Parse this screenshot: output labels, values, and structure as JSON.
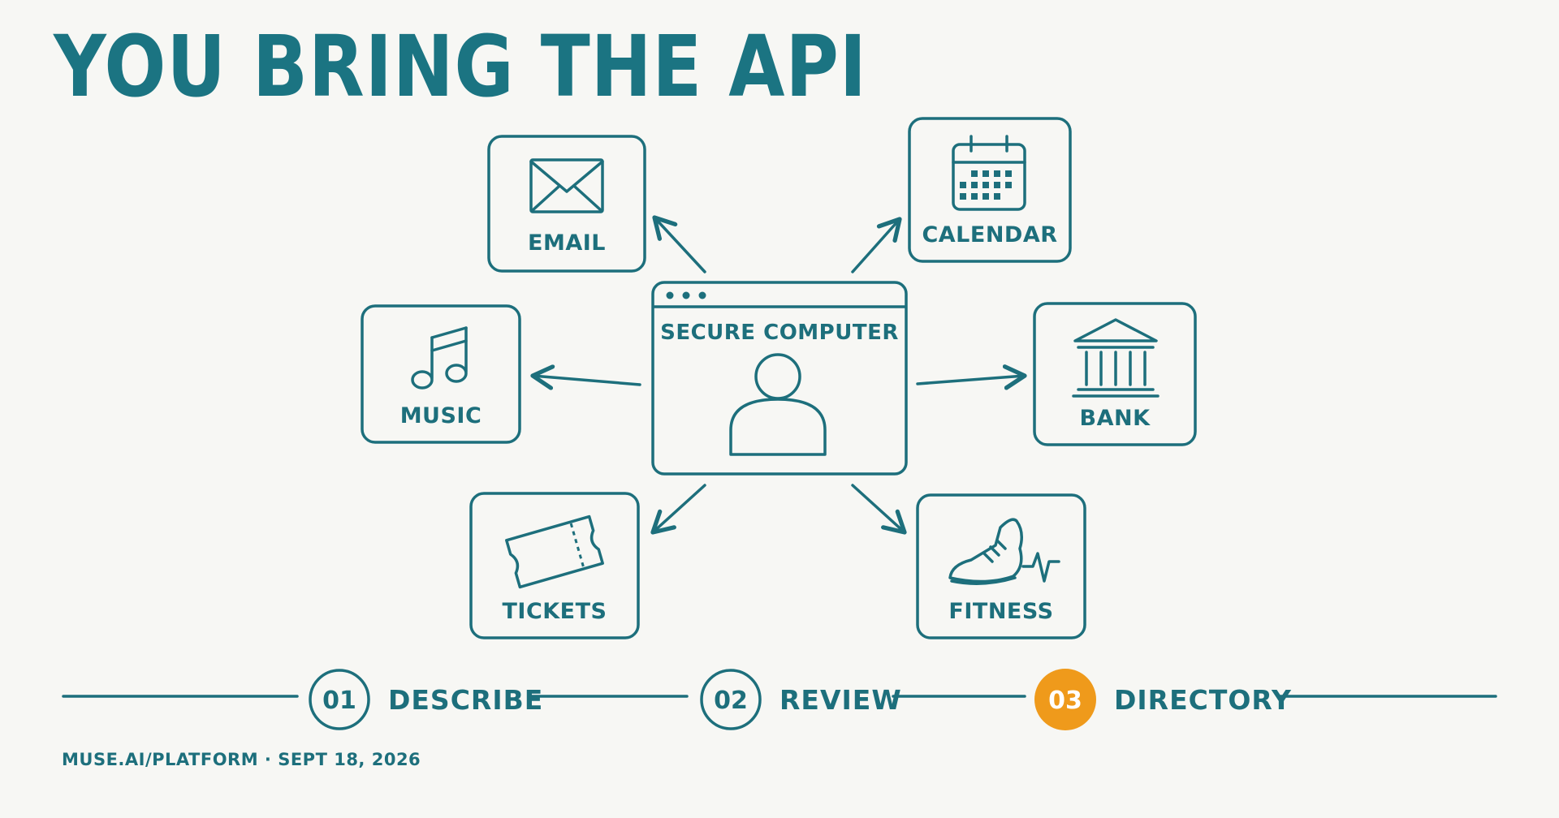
{
  "title": "YOU BRING THE API",
  "center": {
    "label": "SECURE COMPUTER"
  },
  "nodes": {
    "email": "EMAIL",
    "calendar": "CALENDAR",
    "music": "MUSIC",
    "bank": "BANK",
    "tickets": "TICKETS",
    "fitness": "FITNESS"
  },
  "steps": [
    {
      "num": "01",
      "label": "DESCRIBE",
      "active": false
    },
    {
      "num": "02",
      "label": "REVIEW",
      "active": false
    },
    {
      "num": "03",
      "label": "DIRECTORY",
      "active": true
    }
  ],
  "footer": "MUSE.AI/PLATFORM · SEPT 18, 2026",
  "colors": {
    "primary": "#1d6f7c",
    "accent": "#ef9a1b",
    "background": "#f7f7f4"
  }
}
